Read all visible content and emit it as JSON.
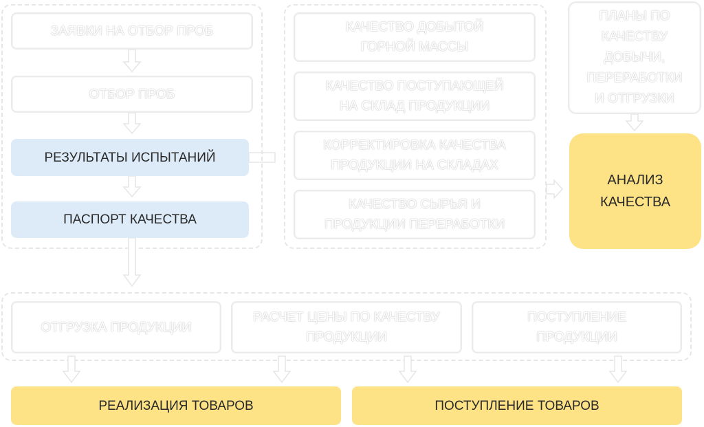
{
  "left_column": {
    "sample_requests": "ЗАЯВКИ НА ОТБОР ПРОБ",
    "sampling": "ОТБОР ПРОБ",
    "test_results": "РЕЗУЛЬТАТЫ ИСПЫТАНИЙ",
    "quality_passport": "ПАСПОРТ КАЧЕСТВА"
  },
  "middle_column": {
    "mined_mass_quality": "КАЧЕСТВО ДОБЫТОЙ\nГОРНОЙ МАССЫ",
    "warehouse_incoming_quality": "КАЧЕСТВО ПОСТУПАЮЩЕЙ\nНА СКЛАД ПРОДУКЦИИ",
    "warehouse_quality_correction": "КОРРЕКТИРОВКА КАЧЕСТВА\nПРОДУКЦИИ НА СКЛАДАХ",
    "raw_and_processing_quality": "КАЧЕСТВО СЫРЬЯ И\nПРОДУКЦИИ ПЕРЕРАБОТКИ"
  },
  "right_column": {
    "quality_plans": "ПЛАНЫ ПО\nКАЧЕСТВУ\nДОБЫЧИ,\nПЕРЕРАБОТКИ\nИ ОТГРУЗКИ",
    "quality_analysis": "АНАЛИЗ\nКАЧЕСТВА"
  },
  "bottom_group": {
    "shipment": "ОТГРУЗКА ПРОДУКЦИИ",
    "price_by_quality": "РАСЧЕТ ЦЕНЫ ПО КАЧЕСТВУ\nПРОДУКЦИИ",
    "product_receipt": "ПОСТУПЛЕНИЕ\nПРОДУКЦИИ"
  },
  "outputs": {
    "goods_sales": "РЕАЛИЗАЦИЯ ТОВАРОВ",
    "goods_receipt": "ПОСТУПЛЕНИЕ ТОВАРОВ"
  },
  "colors": {
    "highlight_blue": "#dcebf7",
    "highlight_yellow": "#fde286",
    "ghost_border": "#ebebeb"
  }
}
